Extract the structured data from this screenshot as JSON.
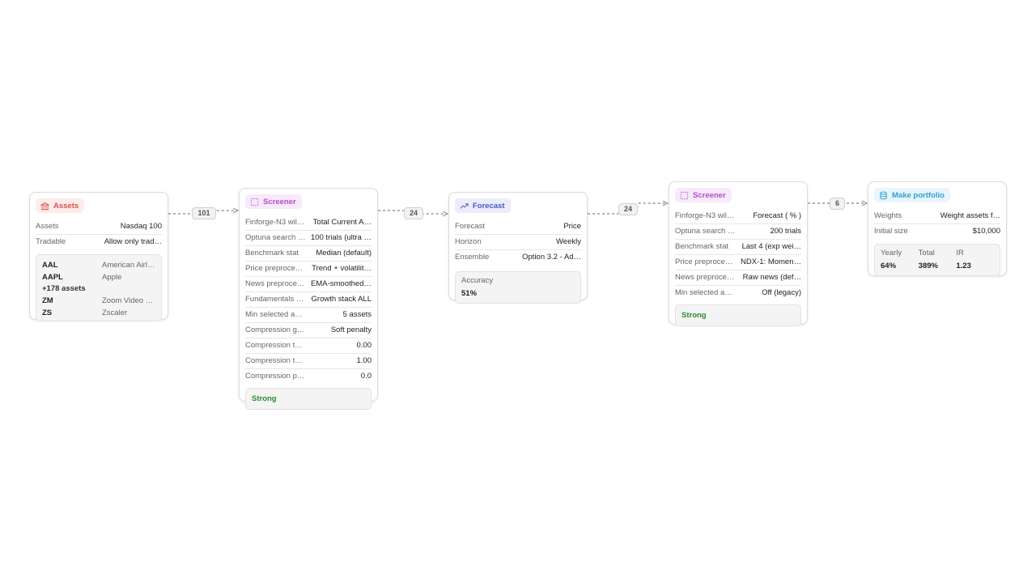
{
  "nodes": {
    "assets": {
      "title": "Assets",
      "rows": [
        {
          "label": "Assets",
          "value": "Nasdaq 100"
        },
        {
          "label": "Tradable",
          "value": "Allow only trad…"
        }
      ],
      "list": [
        {
          "symbol": "AAL",
          "name": "American Airl…"
        },
        {
          "symbol": "AAPL",
          "name": "Apple"
        }
      ],
      "more": "+178 assets",
      "list_tail": [
        {
          "symbol": "ZM",
          "name": "Zoom Video …"
        },
        {
          "symbol": "ZS",
          "name": "Zscaler"
        }
      ]
    },
    "screener1": {
      "title": "Screener",
      "rows": [
        {
          "label": "Finforge-N3 wil…",
          "value": "Total Current A…"
        },
        {
          "label": "Optuna search …",
          "value": "100 trials (ultra …"
        },
        {
          "label": "Benchmark stat",
          "value": "Median (default)"
        },
        {
          "label": "Price preproce…",
          "value": "Trend + volatilit…"
        },
        {
          "label": "News preproce…",
          "value": "EMA-smoothed…"
        },
        {
          "label": "Fundamentals …",
          "value": "Growth stack ALL"
        },
        {
          "label": "Min selected a…",
          "value": "5 assets"
        },
        {
          "label": "Compression g…",
          "value": "Soft penalty"
        },
        {
          "label": "Compression t…",
          "value": "0.00"
        },
        {
          "label": "Compression t…",
          "value": "1.00"
        },
        {
          "label": "Compression p…",
          "value": "0.0"
        }
      ],
      "rating": "Strong"
    },
    "forecast": {
      "title": "Forecast",
      "rows": [
        {
          "label": "Forecast",
          "value": "Price"
        },
        {
          "label": "Horizon",
          "value": "Weekly"
        },
        {
          "label": "Ensemble",
          "value": "Option 3.2 - Ad…"
        }
      ],
      "metric_label": "Accuracy",
      "metric_value": "51%"
    },
    "screener2": {
      "title": "Screener",
      "rows": [
        {
          "label": "Finforge-N3 wil…",
          "value": "Forecast ( % )"
        },
        {
          "label": "Optuna search …",
          "value": "200 trials"
        },
        {
          "label": "Benchmark stat",
          "value": "Last 4 (exp wei…"
        },
        {
          "label": "Price preproce…",
          "value": "NDX-1: Momen…"
        },
        {
          "label": "News preproce…",
          "value": "Raw news (def…"
        },
        {
          "label": "Min selected a…",
          "value": "Off (legacy)"
        }
      ],
      "rating": "Strong"
    },
    "portfolio": {
      "title": "Make portfolio",
      "rows": [
        {
          "label": "Weights",
          "value": "Weight assets f…"
        },
        {
          "label": "Initial size",
          "value": "$10,000"
        }
      ],
      "stats": [
        {
          "label": "Yearly",
          "value": "64%"
        },
        {
          "label": "Total",
          "value": "389%"
        },
        {
          "label": "IR",
          "value": "1.23"
        }
      ]
    }
  },
  "edges": [
    "101",
    "24",
    "24",
    "6"
  ],
  "colors": {
    "assets_accent": "#d9534f",
    "screener_accent": "#b24fc6",
    "forecast_accent": "#4b56c8",
    "portfolio_accent": "#2f9fd6",
    "strong_text": "#2e8b2e"
  },
  "icons": {
    "assets": "bank-icon",
    "screener": "dashed-square-icon",
    "forecast": "trend-up-icon",
    "portfolio": "database-icon"
  }
}
